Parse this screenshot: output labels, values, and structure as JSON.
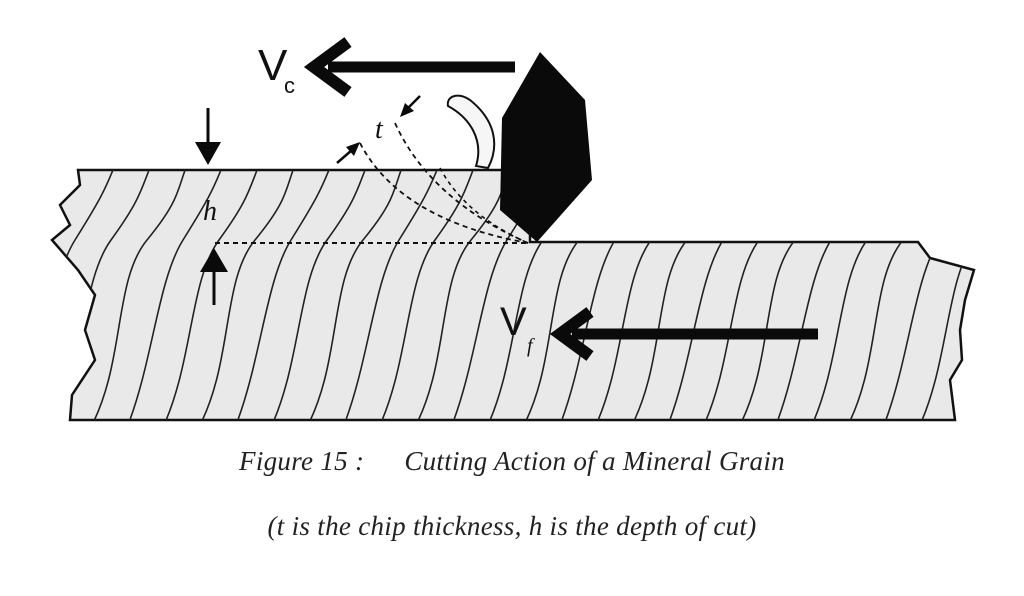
{
  "diagram": {
    "labels": {
      "vc_main": "V",
      "vc_sub": "c",
      "vf_main": "V",
      "vf_sub": "f",
      "t": "t",
      "h": "h"
    },
    "colors": {
      "workpiece_fill": "#e9e9e9",
      "outline": "#111111",
      "tool": "#0a0a0a"
    }
  },
  "caption": {
    "figure": "Figure 15 :",
    "title": "Cutting Action of a Mineral Grain",
    "note": "(t is the chip thickness, h  is the depth of cut)"
  }
}
